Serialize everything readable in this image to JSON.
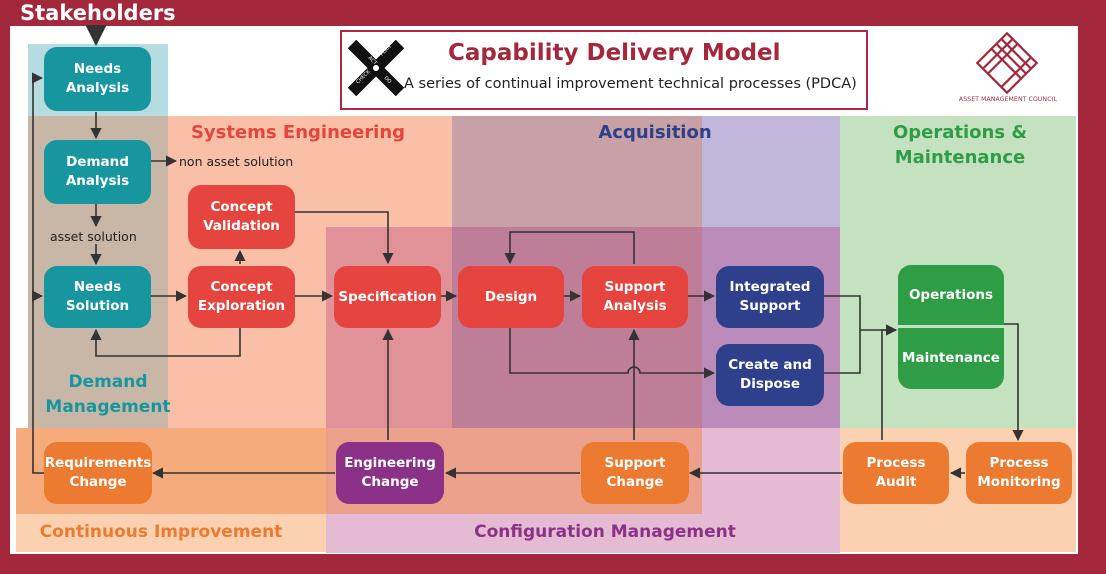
{
  "header": {
    "stakeholders": "Stakeholders"
  },
  "title": {
    "main": "Capability Delivery Model",
    "subtitle": "A series of continual improvement technical processes (PDCA)",
    "pdca": [
      "ACT",
      "PLAN",
      "DO",
      "CHECK"
    ]
  },
  "org": {
    "name": "ASSET MANAGEMENT COUNCIL"
  },
  "regions": {
    "demand_management": "Demand\nManagement",
    "systems_engineering": "Systems Engineering",
    "acquisition": "Acquisition",
    "operations_maintenance": "Operations &\nMaintenance",
    "continuous_improvement": "Continuous Improvement",
    "configuration_management": "Configuration Management"
  },
  "nodes": {
    "needs_analysis": "Needs\nAnalysis",
    "demand_analysis": "Demand\nAnalysis",
    "needs_solution": "Needs\nSolution",
    "concept_validation": "Concept\nValidation",
    "concept_exploration": "Concept\nExploration",
    "specification": "Specification",
    "design": "Design",
    "support_analysis": "Support\nAnalysis",
    "integrated_support": "Integrated\nSupport",
    "create_and_dispose": "Create and\nDispose",
    "operations": "Operations",
    "maintenance": "Maintenance",
    "requirements_change": "Requirements\nChange",
    "engineering_change": "Engineering\nChange",
    "support_change": "Support\nChange",
    "process_audit": "Process\nAudit",
    "process_monitoring": "Process\nMonitoring"
  },
  "labels": {
    "non_asset_solution": "non asset solution",
    "asset_solution": "asset solution"
  },
  "colors": {
    "frame": "#a4283c",
    "teal": "#17969f",
    "red": "#e5453e",
    "navy": "#2e3f8c",
    "green": "#2e9d46",
    "orange": "#ec7a30",
    "purple": "#8b3288"
  }
}
